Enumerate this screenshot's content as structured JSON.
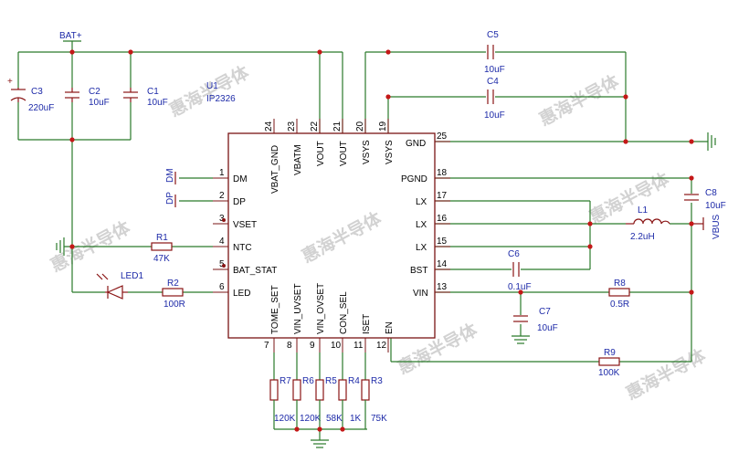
{
  "ic": {
    "ref": "U1",
    "part": "IP2326"
  },
  "pins_left": [
    {
      "num": "1",
      "name": "DM"
    },
    {
      "num": "2",
      "name": "DP"
    },
    {
      "num": "3",
      "name": "VSET"
    },
    {
      "num": "4",
      "name": "NTC"
    },
    {
      "num": "5",
      "name": "BAT_STAT"
    },
    {
      "num": "6",
      "name": "LED"
    }
  ],
  "pins_right": [
    {
      "num": "25",
      "name": "GND"
    },
    {
      "num": "18",
      "name": "PGND"
    },
    {
      "num": "17",
      "name": "LX"
    },
    {
      "num": "16",
      "name": "LX"
    },
    {
      "num": "15",
      "name": "LX"
    },
    {
      "num": "14",
      "name": "BST"
    },
    {
      "num": "13",
      "name": "VIN"
    }
  ],
  "pins_top": [
    {
      "num": "24",
      "name": "VBAT_GND"
    },
    {
      "num": "23",
      "name": "VBATM"
    },
    {
      "num": "22",
      "name": "VOUT"
    },
    {
      "num": "21",
      "name": "VOUT"
    },
    {
      "num": "20",
      "name": "VSYS"
    },
    {
      "num": "19",
      "name": "VSYS"
    }
  ],
  "pins_bottom": [
    {
      "num": "7",
      "name": "TOME_SET"
    },
    {
      "num": "8",
      "name": "VIN_UVSET"
    },
    {
      "num": "9",
      "name": "VIN_OVSET"
    },
    {
      "num": "10",
      "name": "CON_SEL"
    },
    {
      "num": "11",
      "name": "ISET"
    },
    {
      "num": "12",
      "name": "EN"
    }
  ],
  "net_labels": {
    "bat": "BAT+",
    "vbus": "VBUS",
    "dm": "DM",
    "dp": "DP"
  },
  "parts": {
    "c3": {
      "ref": "C3",
      "value": "220uF"
    },
    "c2": {
      "ref": "C2",
      "value": "10uF"
    },
    "c1": {
      "ref": "C1",
      "value": "10uF"
    },
    "c5": {
      "ref": "C5",
      "value": "10uF"
    },
    "c4": {
      "ref": "C4",
      "value": "10uF"
    },
    "c6": {
      "ref": "C6",
      "value": "0.1uF"
    },
    "c7": {
      "ref": "C7",
      "value": "10uF"
    },
    "c8": {
      "ref": "C8",
      "value": "10uF"
    },
    "l1": {
      "ref": "L1",
      "value": "2.2uH"
    },
    "r1": {
      "ref": "R1",
      "value": "47K"
    },
    "r2": {
      "ref": "R2",
      "value": "100R"
    },
    "r8": {
      "ref": "R8",
      "value": "0.5R"
    },
    "r9": {
      "ref": "R9",
      "value": "100K"
    },
    "led1": {
      "ref": "LED1"
    },
    "r7": {
      "ref": "R7",
      "value": "120K"
    },
    "r6": {
      "ref": "R6",
      "value": "120K"
    },
    "r5": {
      "ref": "R5",
      "value": "58K"
    },
    "r4": {
      "ref": "R4",
      "value": "1K"
    },
    "r3": {
      "ref": "R3",
      "value": "75K"
    }
  },
  "watermark": "惠海半导体"
}
